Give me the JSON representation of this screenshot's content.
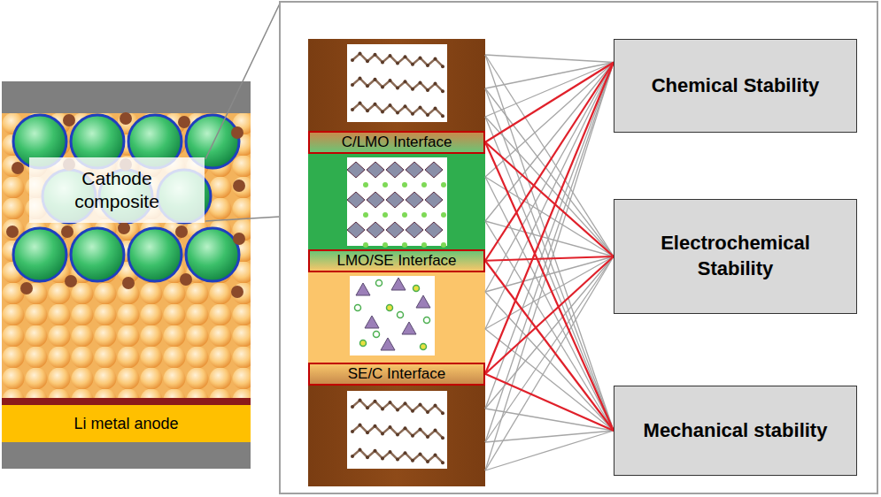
{
  "diagram": {
    "nodes": [
      {
        "text": [
          "Cathode composite"
        ]
      },
      {
        "text": [
          "Li metal anode"
        ]
      },
      {
        "text": [
          "C/LMO Interface"
        ]
      },
      {
        "text": [
          "LMO/SE Interface"
        ]
      },
      {
        "text": [
          "SE/C Interface"
        ]
      },
      {
        "text": [
          "Chemical Stability"
        ]
      },
      {
        "text": [
          "Electrochemical Stability"
        ]
      },
      {
        "text": [
          "Mechanical stability"
        ]
      }
    ],
    "edges": [
      {
        "from": 2,
        "to": 5,
        "arrow": "none"
      },
      {
        "from": 2,
        "to": 6,
        "arrow": "none"
      },
      {
        "from": 2,
        "to": 7,
        "arrow": "none"
      },
      {
        "from": 3,
        "to": 5,
        "arrow": "none"
      },
      {
        "from": 3,
        "to": 6,
        "arrow": "none"
      },
      {
        "from": 3,
        "to": 7,
        "arrow": "none"
      },
      {
        "from": 4,
        "to": 5,
        "arrow": "none"
      },
      {
        "from": 4,
        "to": 6,
        "arrow": "none"
      },
      {
        "from": 4,
        "to": 7,
        "arrow": "none"
      }
    ]
  }
}
